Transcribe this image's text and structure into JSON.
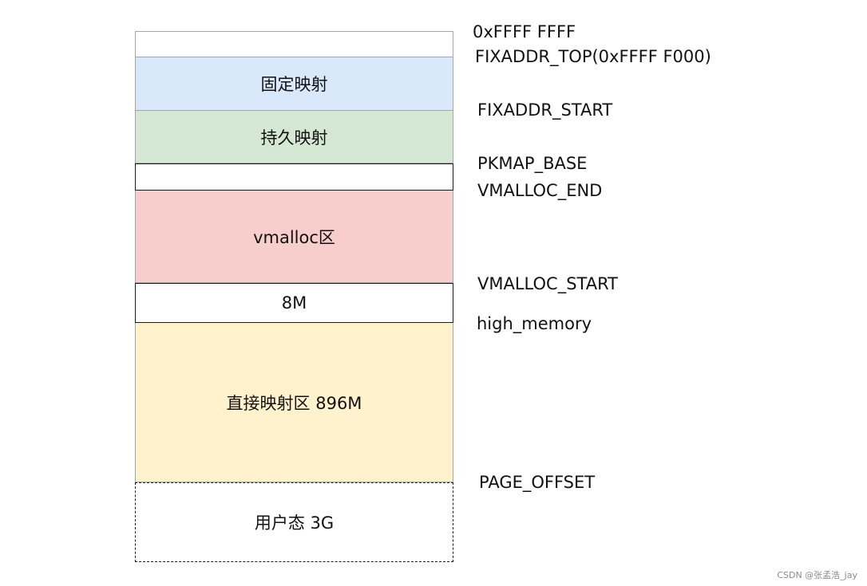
{
  "diagram": {
    "blocks": {
      "top": "",
      "fixmap": "固定映射",
      "pkmap": "持久映射",
      "gap": "",
      "vmalloc": "vmalloc区",
      "guard": "8M",
      "direct": "直接映射区 896M",
      "user": "用户态 3G"
    },
    "labels": {
      "top_addr": "0xFFFF FFFF",
      "fixaddr_top": "FIXADDR_TOP(0xFFFF F000)",
      "fixaddr_start": "FIXADDR_START",
      "pkmap_base": "PKMAP_BASE",
      "vmalloc_end": "VMALLOC_END",
      "vmalloc_start": "VMALLOC_START",
      "high_memory": "high_memory",
      "page_offset": "PAGE_OFFSET"
    },
    "colors": {
      "fixmap": "#dae8fc",
      "pkmap": "#d5e8d4",
      "vmalloc": "#f8cecc",
      "direct": "#fff2cc",
      "border_light": "#a6a6a6",
      "border_dark": "#1a1a1a"
    },
    "watermark": "CSDN @张孟浩_jay"
  }
}
